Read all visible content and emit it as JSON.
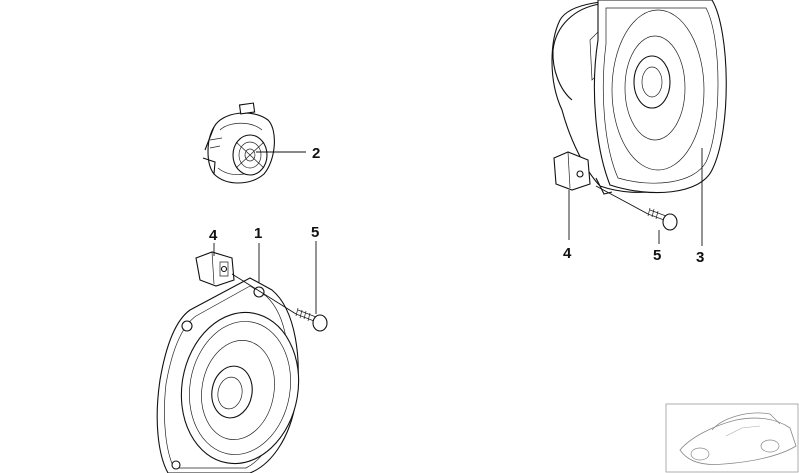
{
  "callouts": {
    "woofer_1": "1",
    "tweeter_2": "2",
    "speaker_3": "3",
    "clip_left_4": "4",
    "clip_right_4": "4",
    "screw_left_5": "5",
    "screw_right_5": "5"
  },
  "thumbnail": {
    "icon": "car-silhouette-icon"
  }
}
